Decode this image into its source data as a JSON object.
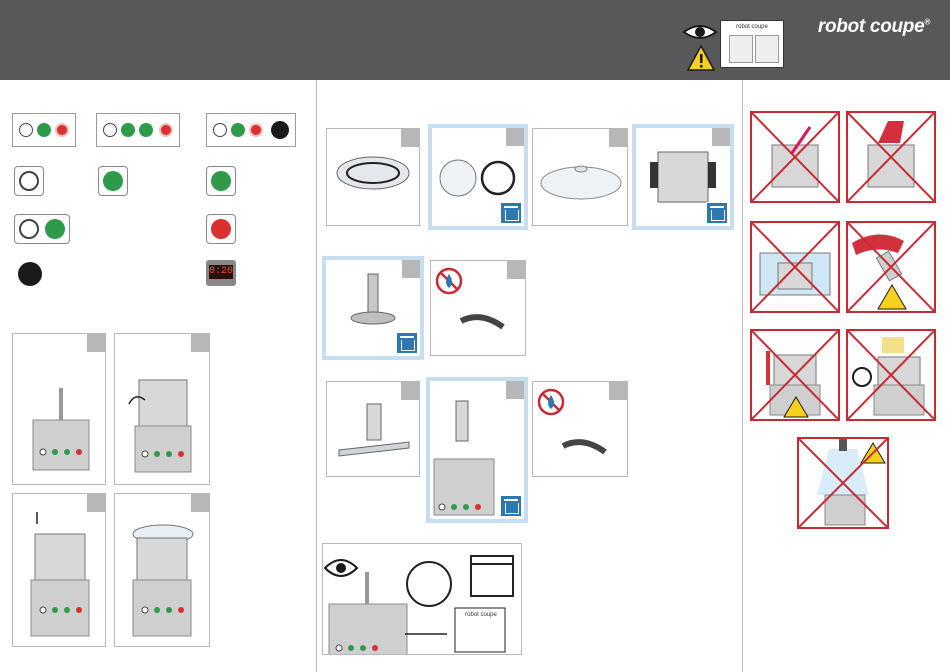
{
  "header": {
    "logo_text": "robot coupe",
    "logo_mark": "®",
    "manual_card_text": "robot coupe"
  },
  "controls": {
    "display_value": "0:20"
  },
  "bottom_manual": {
    "card_text": "robot coupe"
  },
  "colors": {
    "header_bg": "#58585a",
    "accent_blue": "#2b79b3",
    "highlight_blue": "#c5dff0",
    "forbidden_red": "#c62a32",
    "button_green": "#2e9a4a",
    "button_red": "#d93030",
    "warning_yellow": "#f6d11e"
  },
  "icons": [
    "eye-icon",
    "warning-icon",
    "manual-icon",
    "cleaning-icon",
    "no-water-icon",
    "forbidden-icon",
    "calendar-icon",
    "magnifier-icon",
    "thermometer-icon",
    "fire-icon",
    "power-plug-icon",
    "shower-icon"
  ]
}
